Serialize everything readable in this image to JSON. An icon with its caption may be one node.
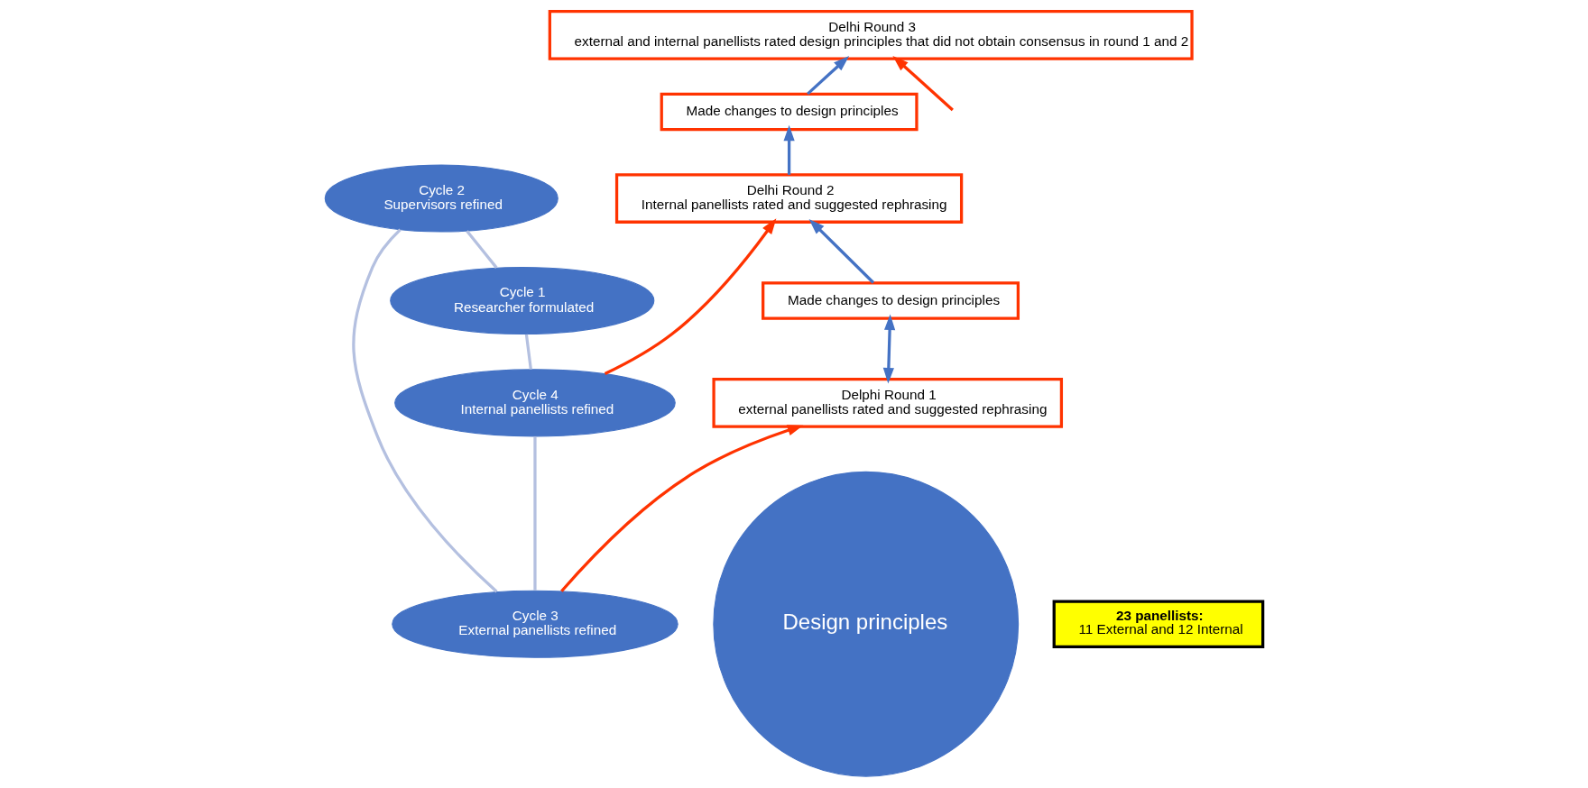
{
  "diagram": {
    "nodes": [
      {
        "text": [
          "Delhi Round 3",
          "external and internal panellists rated design principles that did not obtain consensus in round 1 and 2"
        ]
      },
      {
        "text": [
          "Made changes to design principles"
        ]
      },
      {
        "text": [
          "Delhi Round 2",
          "Internal panellists rated and suggested rephrasing"
        ]
      },
      {
        "text": [
          "Made changes to design principles"
        ]
      },
      {
        "text": [
          "Cycle 1",
          "Researcher formulated"
        ]
      },
      {
        "text": [
          "Cycle 2",
          "Supervisors refined"
        ]
      },
      {
        "text": [
          "Cycle 3",
          "External panellists refined"
        ]
      },
      {
        "text": [
          "Cycle 4",
          "Internal panellists refined"
        ]
      },
      {
        "text": [
          "Design principles"
        ]
      },
      {
        "text": [
          "Delphi Round 1",
          "external panellists rated and suggested rephrasing"
        ]
      },
      {
        "text": [
          "23 panellists:",
          "11 External and 12 Internal"
        ]
      }
    ],
    "edges": [
      {
        "from": 4,
        "to": 5,
        "arrow": "none",
        "color": "#b4c0e0"
      },
      {
        "from": 5,
        "to": 6,
        "arrow": "none",
        "color": "#b4c0e0"
      },
      {
        "from": 6,
        "to": 7,
        "arrow": "none",
        "color": "#b4c0e0"
      },
      {
        "from": 7,
        "to": 4,
        "arrow": "none",
        "color": "#b4c0e0"
      },
      {
        "from": null,
        "to": 0,
        "arrow": "to",
        "color": "#ff3300"
      },
      {
        "from": 7,
        "to": 2,
        "arrow": "to",
        "color": "#ff3300"
      },
      {
        "from": 6,
        "to": 9,
        "arrow": "to",
        "color": "#ff3300"
      },
      {
        "from": 1,
        "to": 0,
        "arrow": "to",
        "color": "#4472c4"
      },
      {
        "from": 2,
        "to": 1,
        "arrow": "to",
        "color": "#4472c4"
      },
      {
        "from": 3,
        "to": 2,
        "arrow": "to",
        "color": "#4472c4"
      },
      {
        "from": 9,
        "to": 3,
        "arrow": "both",
        "color": "#4472c4"
      }
    ]
  }
}
